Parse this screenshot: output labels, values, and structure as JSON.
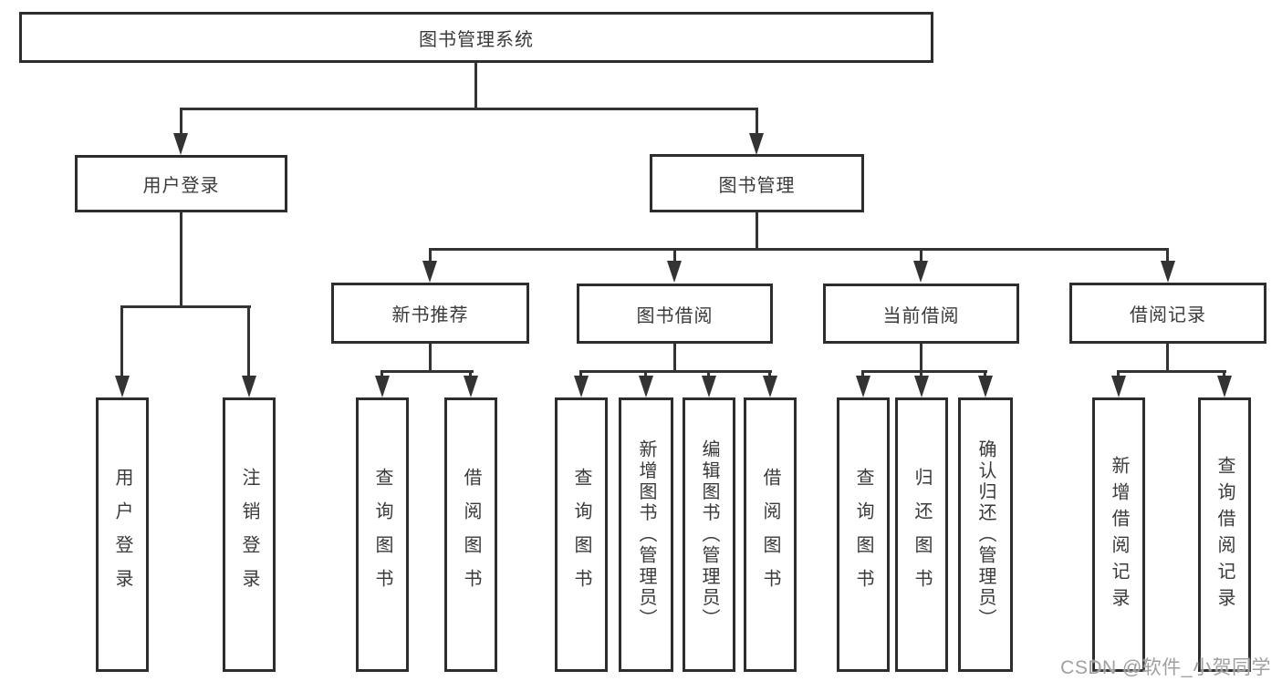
{
  "diagram": {
    "title": "图书管理系统",
    "root": {
      "label": "图书管理系统"
    },
    "level2": [
      {
        "label": "用户登录"
      },
      {
        "label": "图书管理"
      }
    ],
    "level3": [
      {
        "label": "新书推荐"
      },
      {
        "label": "图书借阅"
      },
      {
        "label": "当前借阅"
      },
      {
        "label": "借阅记录"
      }
    ],
    "leaves": {
      "user_login": [
        "用户登录",
        "注销登录"
      ],
      "new_book": [
        "查询图书",
        "借阅图书"
      ],
      "book_borrow": [
        "查询图书",
        "新增图书（管理员）",
        "编辑图书（管理员）",
        "借阅图书"
      ],
      "current_borrow": [
        "查询图书",
        "归还图书",
        "确认归还（管理员）"
      ],
      "borrow_record": [
        "新增借阅记录",
        "查询借阅记录"
      ]
    }
  },
  "watermark": {
    "text": "CSDN @软件_小贺同学",
    "color": "#a0a0a0"
  },
  "colors": {
    "background": "#ffffff",
    "box_border": "#2d2d2d",
    "box_fill": "#ffffff",
    "line": "#333333",
    "text": "#3a3a3a"
  }
}
